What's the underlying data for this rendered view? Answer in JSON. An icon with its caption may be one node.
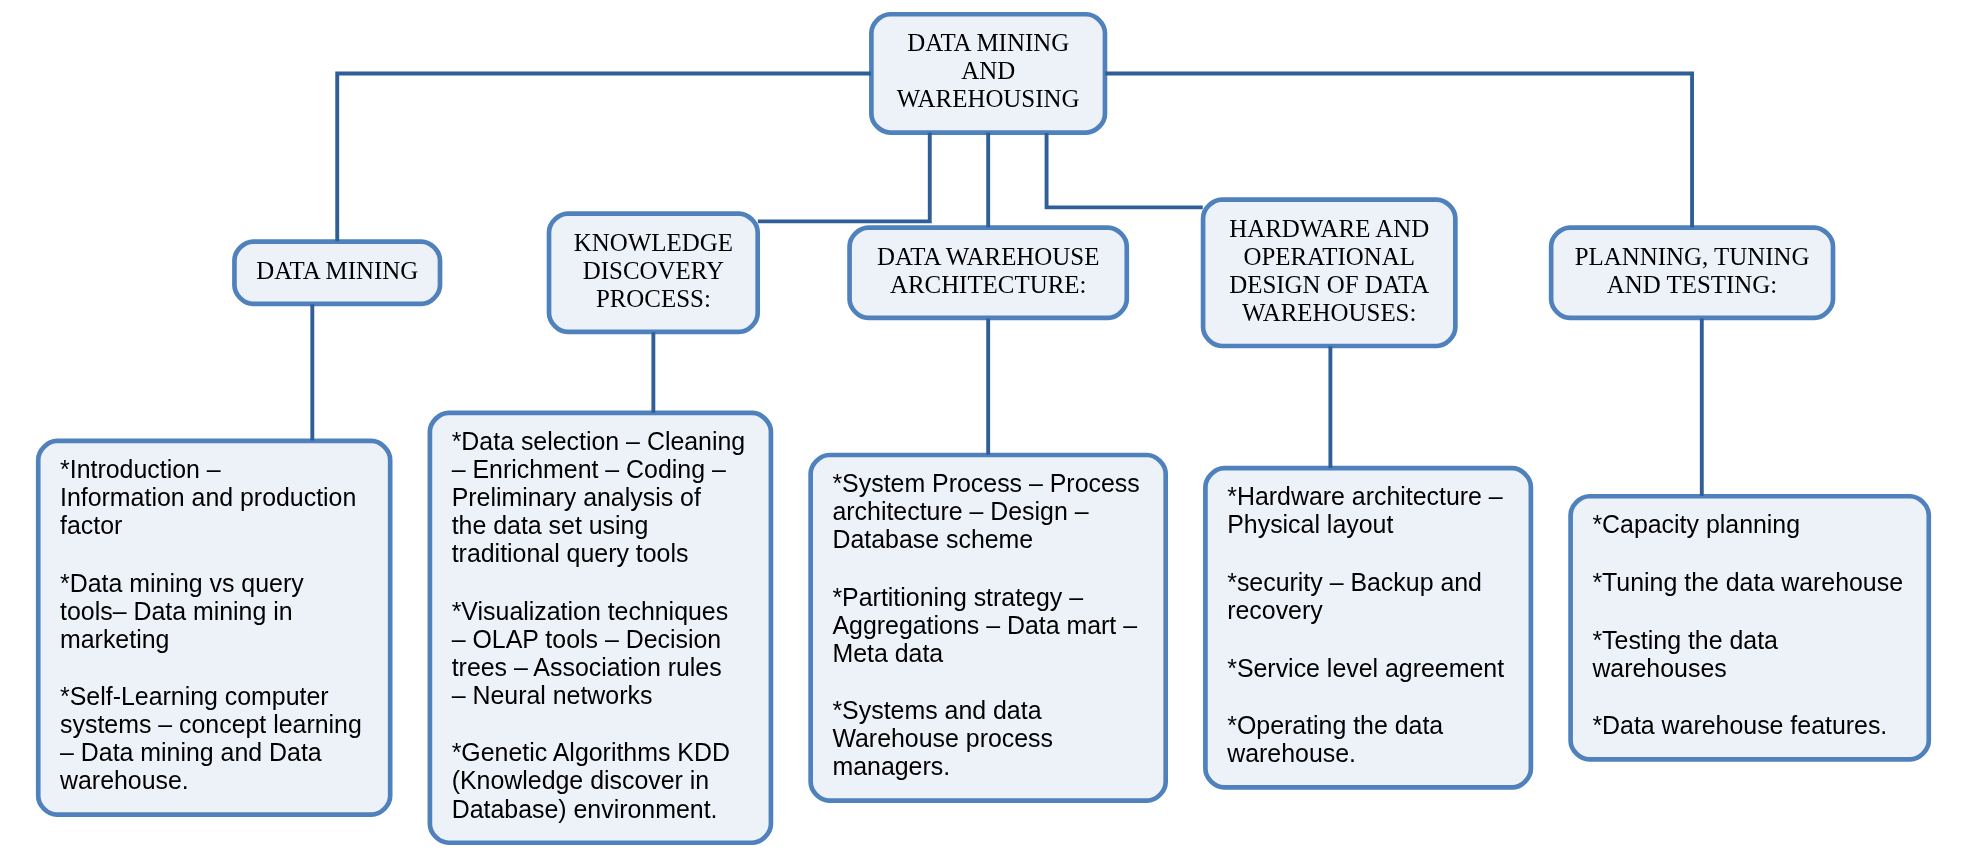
{
  "diagram": {
    "nodes": [
      {
        "text": [
          "DATA MINING AND WAREHOUSING"
        ]
      },
      {
        "text": [
          "DATA MINING"
        ]
      },
      {
        "text": [
          "KNOWLEDGE DISCOVERY PROCESS:"
        ]
      },
      {
        "text": [
          "DATA WAREHOUSE ARCHITECTURE:"
        ]
      },
      {
        "text": [
          "HARDWARE AND OPERATIONAL DESIGN OF DATA WAREHOUSES:"
        ]
      },
      {
        "text": [
          "PLANNING, TUNING AND TESTING:"
        ]
      },
      {
        "text": [
          "*Introduction – Information and production factor",
          "*Data mining vs query tools– Data mining in marketing",
          "*Self-Learning computer systems – concept learning – Data mining and Data warehouse."
        ]
      },
      {
        "text": [
          "*Data selection – Cleaning – Enrichment – Coding – Preliminary analysis of the data set using traditional query tools",
          "*Visualization techniques – OLAP tools – Decision trees – Association rules – Neural networks",
          "*Genetic Algorithms KDD (Knowledge discover in Database) environment."
        ]
      },
      {
        "text": [
          "*System Process – Process architecture – Design – Database scheme",
          "*Partitioning strategy – Aggregations – Data mart – Meta data",
          "*Systems and data Warehouse process managers."
        ]
      },
      {
        "text": [
          "*Hardware architecture – Physical layout",
          "*security – Backup and recovery",
          "*Service level agreement",
          "*Operating the data warehouse."
        ]
      },
      {
        "text": [
          "*Capacity planning",
          "*Tuning the data warehouse",
          "*Testing the data warehouses",
          "*Data warehouse features."
        ]
      }
    ],
    "edges": [
      {
        "from": 0,
        "to": 1,
        "arrow": "none"
      },
      {
        "from": 0,
        "to": 2,
        "arrow": "none"
      },
      {
        "from": 0,
        "to": 3,
        "arrow": "none"
      },
      {
        "from": 0,
        "to": 4,
        "arrow": "none"
      },
      {
        "from": 0,
        "to": 5,
        "arrow": "none"
      },
      {
        "from": 1,
        "to": 6,
        "arrow": "none"
      },
      {
        "from": 2,
        "to": 7,
        "arrow": "none"
      },
      {
        "from": 3,
        "to": 8,
        "arrow": "none"
      },
      {
        "from": 4,
        "to": 9,
        "arrow": "none"
      },
      {
        "from": 5,
        "to": 10,
        "arrow": "none"
      }
    ]
  }
}
